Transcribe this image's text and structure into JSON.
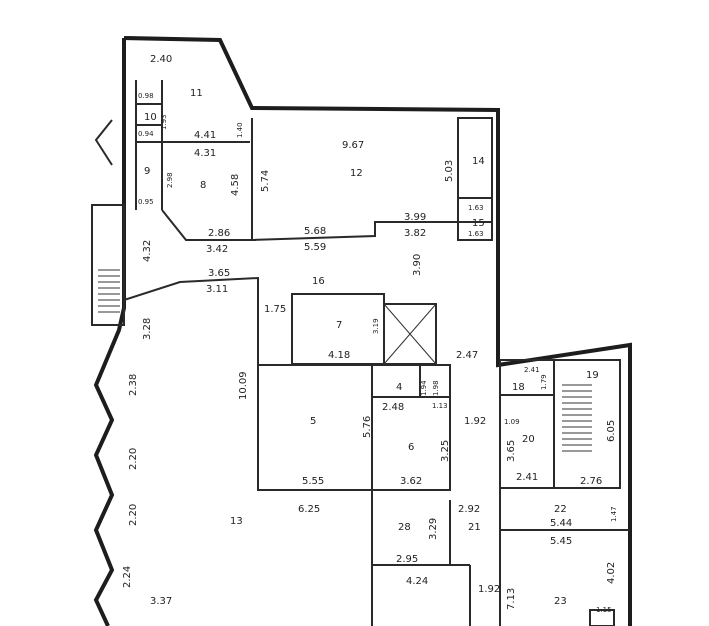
{
  "colors": {
    "wall": "#1d1d1d",
    "paper": "#ffffff",
    "ink": "#222222"
  },
  "rooms": [
    "11",
    "10",
    "9",
    "8",
    "12",
    "14",
    "15",
    "16",
    "7",
    "4",
    "5",
    "6",
    "18",
    "19",
    "20",
    "13",
    "28",
    "21",
    "22",
    "23"
  ],
  "dims": [
    "2.40",
    "0.98",
    "1.93",
    "0.94",
    "4.41",
    "1.40",
    "4.31",
    "2.98",
    "4.58",
    "0.95",
    "2.86",
    "3.42",
    "9.67",
    "5.74",
    "5.03",
    "1.63",
    "1.63",
    "3.99",
    "3.82",
    "5.68",
    "5.59",
    "4.32",
    "3.65",
    "3.11",
    "3.90",
    "1.75",
    "3.19",
    "4.18",
    "3.28",
    "2.47",
    "10.09",
    "2.38",
    "1.94",
    "1.98",
    "2.48",
    "1.13",
    "5.76",
    "1.92",
    "2.41",
    "1.79",
    "1.09",
    "6.05",
    "3.65",
    "2.20",
    "3.25",
    "5.55",
    "3.62",
    "2.41",
    "2.76",
    "2.20",
    "6.25",
    "3.29",
    "2.92",
    "1.47",
    "5.44",
    "5.45",
    "2.95",
    "4.24",
    "4.02",
    "2.24",
    "1.92",
    "7.13",
    "3.37",
    "1.15"
  ]
}
